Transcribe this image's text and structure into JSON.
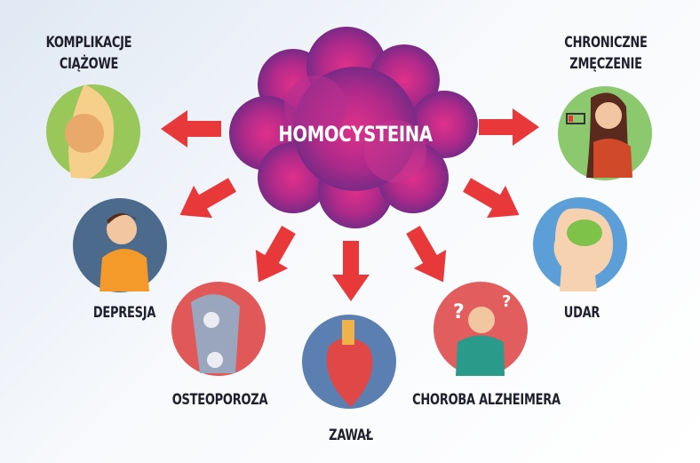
{
  "center": {
    "label": "HOMOCYSTEINA"
  },
  "items": [
    {
      "id": "pregnancy",
      "line1": "KOMPLIKACJE",
      "line2": "CIĄŻOWE"
    },
    {
      "id": "fatigue",
      "line1": "CHRONICZNE",
      "line2": "ZMĘCZENIE"
    },
    {
      "id": "depression",
      "line1": "DEPRESJA"
    },
    {
      "id": "stroke",
      "line1": "UDAR"
    },
    {
      "id": "osteoporosis",
      "line1": "OSTEOPOROZA"
    },
    {
      "id": "heart-attack",
      "line1": "ZAWAŁ"
    },
    {
      "id": "alzheimer",
      "line1": "CHOROBA ALZHEIMERA"
    }
  ],
  "colors": {
    "arrow": "#e8383a",
    "cloud": "#9a2a8e",
    "text": "#1f1f2e"
  }
}
